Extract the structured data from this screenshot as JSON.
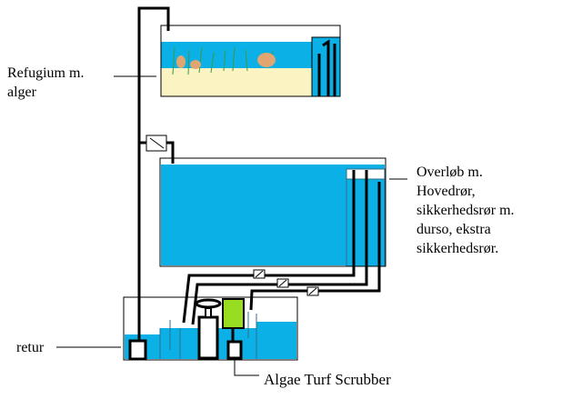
{
  "labels": {
    "refugium_line1": "Refugium m.",
    "refugium_line2": "alger",
    "overflow_lines": [
      "Overløb m.",
      "Hovedrør,",
      "sikkerhedsrør m.",
      "durso, ekstra",
      "sikkerhedsrør."
    ],
    "retur": "retur",
    "ats": "Algae Turf Scrubber"
  },
  "colors": {
    "water": "#0ab0e6",
    "sand": "#fcf3c2",
    "algae": "#99dd22",
    "rock": "#e0a570",
    "grass": "#3a9a4a"
  }
}
